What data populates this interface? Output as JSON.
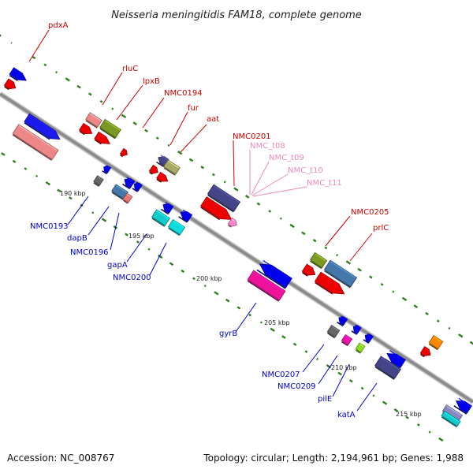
{
  "title": "Neisseria meningitidis FAM18, complete genome",
  "footer": {
    "accession": "Accession: NC_008767",
    "stats": "Topology: circular; Length: 2,194,961 bp; Genes: 1,988"
  },
  "colors": {
    "backbone": "#8c8c8c",
    "gc_dots": "#2e7d1e",
    "label_red": "#cc0000",
    "label_pink": "#ee88bb",
    "label_blue": "#0000cc"
  },
  "ticks": [
    "190 kbp",
    "195 kbp",
    "200 kbp",
    "205 kbp",
    "210 kbp",
    "215 kbp"
  ],
  "genes_top": [
    "pdxA",
    "rluC",
    "lpxB",
    "NMC0194",
    "fur",
    "aat",
    "NMC0201",
    "NMC0205",
    "prlC"
  ],
  "genes_rna": [
    "NMC_t08",
    "NMC_t09",
    "NMC_t10",
    "NMC_t11"
  ],
  "genes_bottom": [
    "NMC0193",
    "dapB",
    "NMC0196",
    "gapA",
    "NMC0200",
    "gyrB",
    "NMC0207",
    "NMC0209",
    "pilE",
    "katA"
  ]
}
